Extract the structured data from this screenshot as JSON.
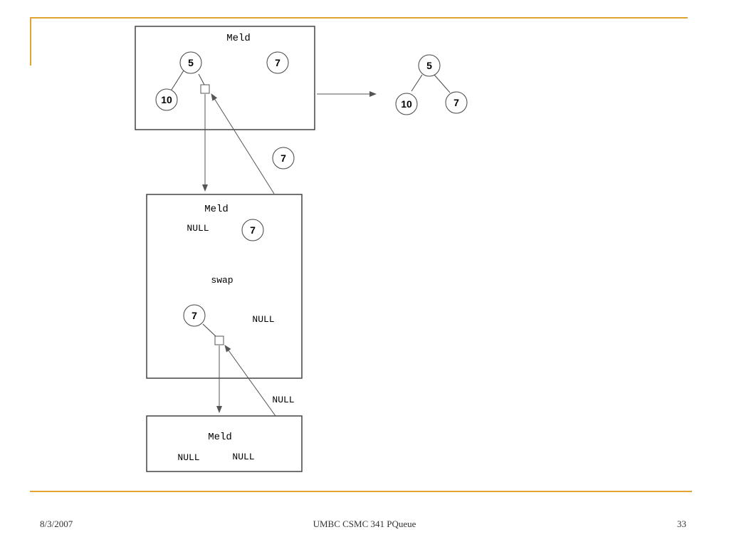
{
  "header": {
    "accent_color": "#dfa431"
  },
  "diagram": {
    "box1": {
      "title": "Meld",
      "nodes": [
        "5",
        "10",
        "7"
      ]
    },
    "result_tree": {
      "root": "5",
      "left": "10",
      "right": "7"
    },
    "passed_node": "7",
    "box2": {
      "title": "Meld",
      "null_label": "NULL",
      "node": "7",
      "swap_label": "swap",
      "node_after": "7",
      "null_after": "NULL"
    },
    "passed_null": "NULL",
    "box3": {
      "title": "Meld",
      "left": "NULL",
      "right": "NULL"
    }
  },
  "footer": {
    "date": "8/3/2007",
    "course": "UMBC CSMC 341 PQueue",
    "page": "33"
  }
}
